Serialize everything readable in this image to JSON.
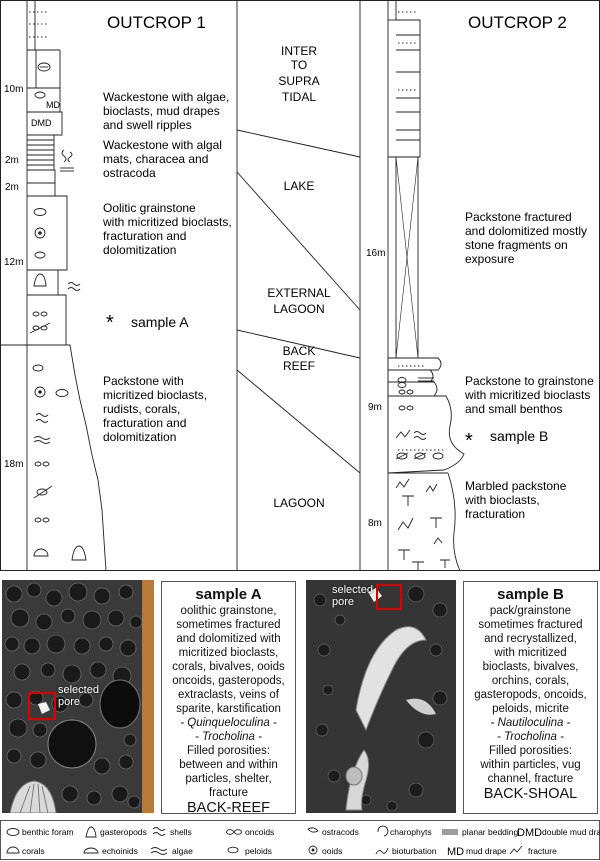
{
  "outcrop1": {
    "title": "OUTCROP 1",
    "heights": [
      "10m",
      "2m",
      "2m",
      "12m",
      "18m"
    ],
    "layer_labels": [
      "MD",
      "DMD"
    ],
    "descriptions": [
      [
        "Wackestone with algae,",
        "bioclasts, mud drapes",
        "and swell ripples"
      ],
      [
        "Wackestone with algal",
        "mats, characea and",
        "ostracoda"
      ],
      [
        "Oolitic grainstone",
        "with micritized bioclasts,",
        "fracturation and",
        "dolomitization"
      ],
      [
        "Packstone with",
        "micritized bioclasts,",
        "rudists, corals,",
        "fracturation and",
        "dolomitization"
      ]
    ],
    "sample": "sample A"
  },
  "outcrop2": {
    "title": "OUTCROP 2",
    "heights": [
      "16m",
      "9m",
      "8m"
    ],
    "descriptions": [
      [
        "Packstone fractured",
        "and dolomitized mostly",
        "stone fragments on",
        "exposure"
      ],
      [
        "Packstone to grainstone",
        "with micritized bioclasts",
        "and small benthos"
      ],
      [
        "Marbled packstone",
        "with bioclasts,",
        "fracturation"
      ]
    ],
    "sample": "sample B"
  },
  "environments": [
    [
      "INTER",
      "TO",
      "SUPRA",
      "TIDAL"
    ],
    [
      "LAKE"
    ],
    [
      "EXTERNAL",
      "LAGOON"
    ],
    [
      "BACK",
      "REEF"
    ],
    [
      "LAGOON"
    ]
  ],
  "photoA": {
    "label": [
      "selected",
      "pore"
    ]
  },
  "photoB": {
    "label": [
      "selected",
      "pore"
    ]
  },
  "sampleA": {
    "title": "sample A",
    "lines": [
      "oolithic grainstone,",
      "sometimes fractured",
      "and dolomitized with",
      "micritized bioclasts,",
      "corals, bivalves, ooids",
      "oncoids, gasteropods,",
      "extraclasts, veins of",
      "sparite, karstification"
    ],
    "taxa": [
      "- Quinqueloculina -",
      "- Trocholina -"
    ],
    "porosity": [
      "Filled porosities:",
      "between and within",
      "particles, shelter,",
      "fracture"
    ],
    "facies": "BACK-REEF"
  },
  "sampleB": {
    "title": "sample B",
    "lines": [
      "pack/grainstone",
      "sometimes fractured",
      "and recrystallized,",
      "with micritized",
      "bioclasts, bivalves,",
      "orchins, corals,",
      "gasteropods, oncoids,",
      "peloids, micrite"
    ],
    "taxa": [
      "- Nautiloculina -",
      "- Trocholina -"
    ],
    "porosity": [
      "Filled porosities:",
      "within particles, vug",
      "channel, fracture"
    ],
    "facies": "BACK-SHOAL"
  },
  "legend": {
    "row1": [
      "benthic foram",
      "gasteropods",
      "shells",
      "oncoids",
      "ostracods",
      "charophyts",
      "planar bedding",
      "double mud drape"
    ],
    "row2": [
      "corals",
      "echoinids",
      "algae",
      "peloids",
      "ooids",
      "bioturbation",
      "mud drape",
      "fracture"
    ],
    "abbr_dmd": "DMD",
    "abbr_md": "MD"
  }
}
